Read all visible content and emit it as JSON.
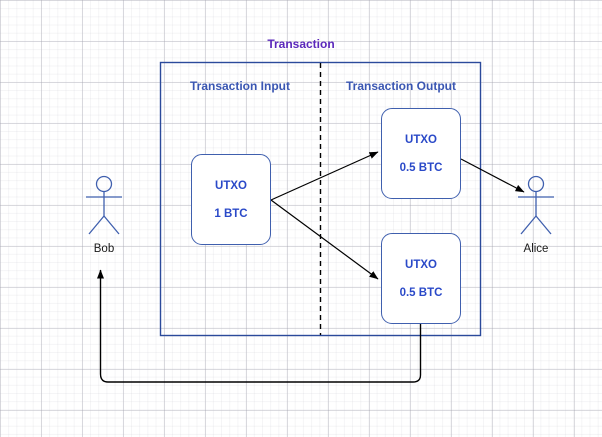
{
  "diagram": {
    "title": "Transaction",
    "title_color": "#5b28bb",
    "section_color": "#3a56b2",
    "box_text_color": "#2a49c8",
    "stroke_color": "#3f5fae",
    "arrow_color": "#000000",
    "background": "#ffffff",
    "sections": {
      "input_label": "Transaction Input",
      "output_label": "Transaction Output"
    },
    "boxes": [
      {
        "id": "utxo-input",
        "line1": "UTXO",
        "line2": "1 BTC"
      },
      {
        "id": "utxo-output-1",
        "line1": "UTXO",
        "line2": "0.5 BTC"
      },
      {
        "id": "utxo-output-2",
        "line1": "UTXO",
        "line2": "0.5 BTC"
      }
    ],
    "actors": [
      {
        "id": "bob",
        "name": "Bob"
      },
      {
        "id": "alice",
        "name": "Alice"
      }
    ]
  }
}
